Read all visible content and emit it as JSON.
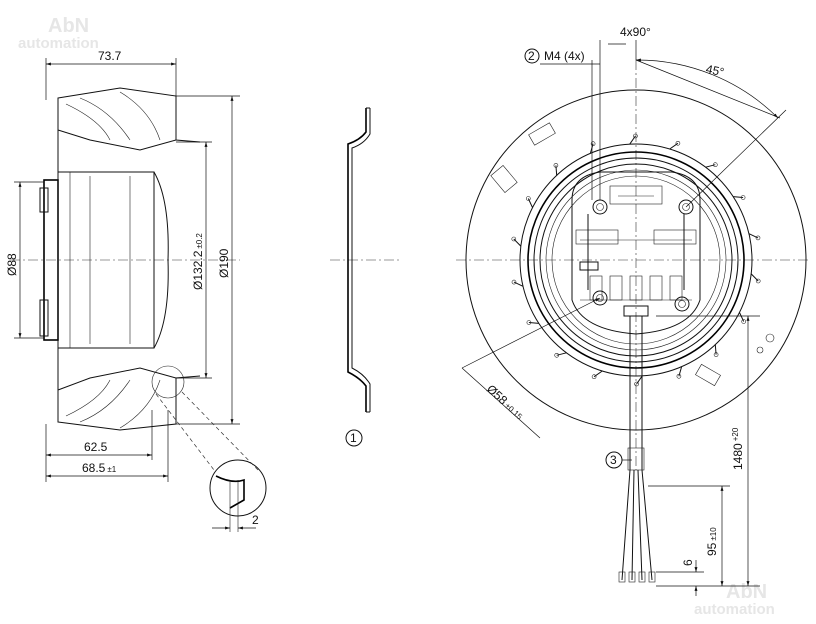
{
  "watermark": {
    "brand": "AbN",
    "tagline": "automation"
  },
  "side_view": {
    "dim_overall_depth": "73.7",
    "dim_hub_diameter": "Ø88",
    "dim_inlet_diameter": "Ø132.2",
    "dim_inlet_tolerance": "±0.2",
    "dim_outer_diameter": "Ø190",
    "dim_depth_1": "62.5",
    "dim_depth_2": "68.5",
    "dim_depth_2_tolerance": "±1",
    "detail_dim": "2"
  },
  "section_view": {
    "callout_1": "1"
  },
  "front_view": {
    "dim_hole_angle": "4x90°",
    "dim_angle": "45°",
    "callout_2": "2",
    "callout_2_label": "M4 (4x)",
    "dim_bolt_circle": "Ø58",
    "dim_bolt_circle_tolerance": "±0.15",
    "callout_3": "3",
    "dim_cable_length": "1480",
    "dim_cable_length_tolerance": "+20",
    "dim_strip_length": "95",
    "dim_strip_length_tolerance": "±10",
    "dim_wire_end": "6"
  }
}
